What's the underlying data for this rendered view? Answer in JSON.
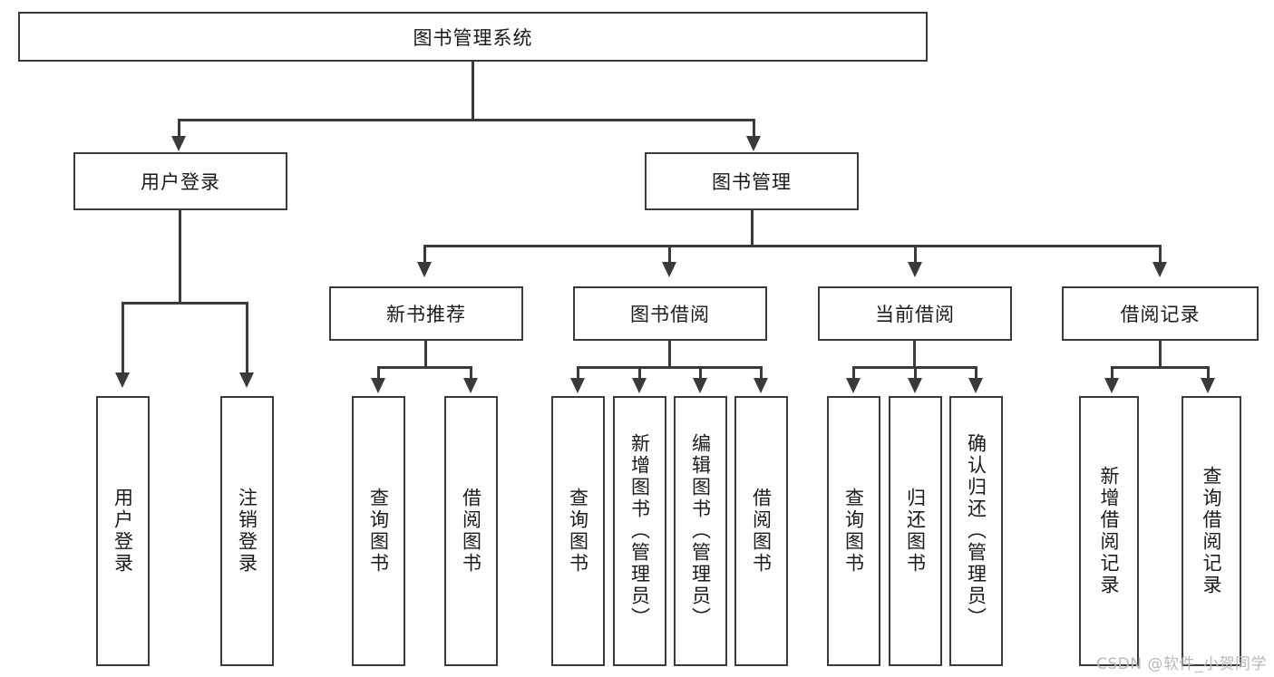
{
  "diagram": {
    "title": "图书管理系统",
    "watermark": "CSDN @软件_小贺同学",
    "root": {
      "label": "图书管理系统"
    },
    "level2": [
      {
        "label": "用户登录"
      },
      {
        "label": "图书管理"
      }
    ],
    "level3": [
      {
        "label": "新书推荐"
      },
      {
        "label": "图书借阅"
      },
      {
        "label": "当前借阅"
      },
      {
        "label": "借阅记录"
      }
    ],
    "leaves": {
      "user_login": [
        {
          "label": "用户登录"
        },
        {
          "label": "注销登录"
        }
      ],
      "new_book": [
        {
          "label": "查询图书"
        },
        {
          "label": "借阅图书"
        }
      ],
      "book_borrow": [
        {
          "label": "查询图书"
        },
        {
          "label": "新增图书（管理员）"
        },
        {
          "label": "编辑图书（管理员）"
        },
        {
          "label": "借阅图书"
        }
      ],
      "current_borrow": [
        {
          "label": "查询图书"
        },
        {
          "label": "归还图书"
        },
        {
          "label": "确认归还（管理员）"
        }
      ],
      "borrow_record": [
        {
          "label": "新增借阅记录"
        },
        {
          "label": "查询借阅记录"
        }
      ]
    }
  },
  "colors": {
    "stroke": "#3a3a3a",
    "fill": "#ffffff",
    "text": "#1a1a1a",
    "watermark": "#b9b9b9"
  }
}
